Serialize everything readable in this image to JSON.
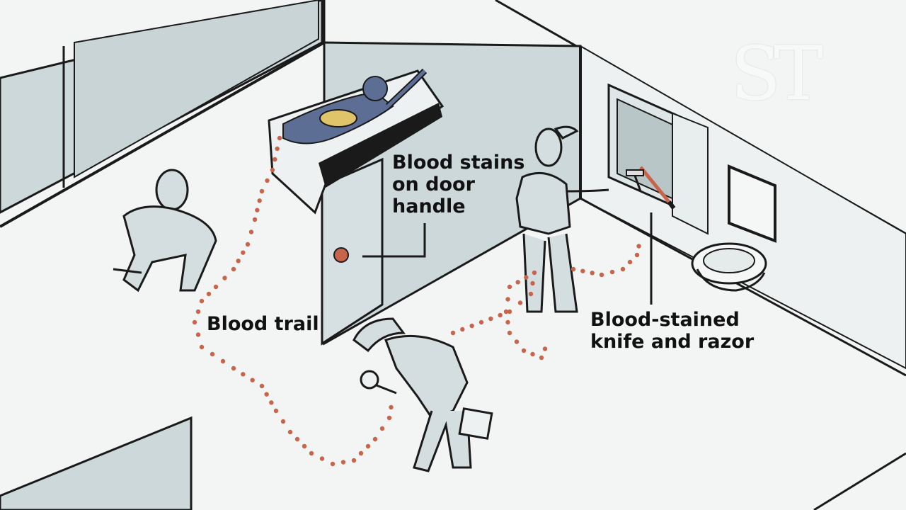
{
  "labels": {
    "door_handle": [
      "Blood stains",
      "on door",
      "handle"
    ],
    "trail": "Blood trail",
    "weapons": [
      "Blood-stained",
      "knife and razor"
    ]
  },
  "logo": "ST",
  "colors": {
    "background": "#f3f4f4",
    "wall": "#cdd8da",
    "outline": "#1a1a1a",
    "blood_drop": "#c8644a",
    "victim_skin": "#5c6e93",
    "victim_shirt": "#e0c46a"
  },
  "icons": [
    "magnifying-glass-icon",
    "knife-icon",
    "razor-icon",
    "door-handle-icon",
    "sink-icon",
    "mirror-icon",
    "bed-icon"
  ]
}
